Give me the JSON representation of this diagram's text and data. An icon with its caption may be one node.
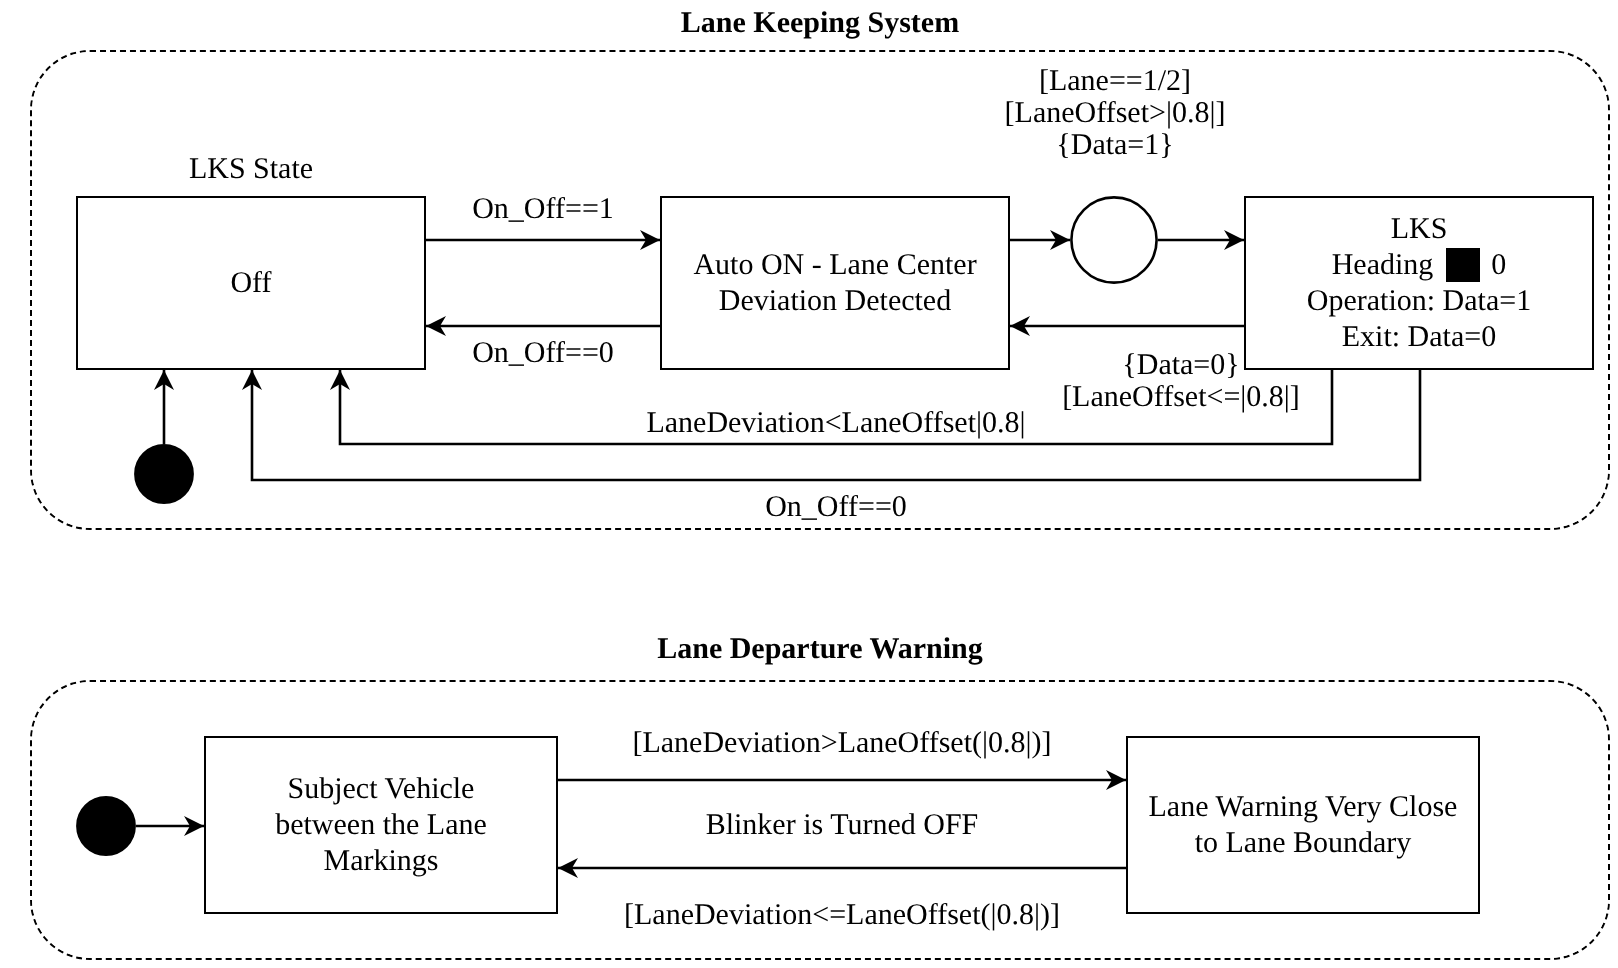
{
  "diagram": {
    "nodes": [
      {
        "text": [
          "Lane Keeping System"
        ]
      },
      {
        "text": [
          "LKS State",
          "Off"
        ],
        "in": 0
      },
      {
        "text": [
          "Auto ON - Lane Center Deviation Detected"
        ],
        "in": 0
      },
      {
        "text": [],
        "shape": "circle",
        "in": 0
      },
      {
        "text": [
          "LKS",
          "Heading",
          "0",
          "Operation: Data=1",
          "Exit: Data=0"
        ],
        "in": 0
      },
      {
        "text": [],
        "shape": "circle",
        "in": 0
      },
      {
        "text": [
          "Lane Departure Warning"
        ]
      },
      {
        "text": [],
        "shape": "circle",
        "in": 6
      },
      {
        "text": [
          "Subject Vehicle between the Lane Markings"
        ],
        "in": 6
      },
      {
        "text": [
          "Lane Warning Very Close to Lane Boundary"
        ],
        "in": 6
      }
    ],
    "edges": [
      {
        "from": 1,
        "to": 2,
        "arrow": "to",
        "label": "On_Off==1"
      },
      {
        "from": 2,
        "to": 1,
        "arrow": "to",
        "label": "On_Off==0"
      },
      {
        "from": 2,
        "to": 3,
        "arrow": "to"
      },
      {
        "from": 3,
        "to": 4,
        "arrow": "to",
        "label": "[Lane==1/2] [LaneOffset>|0.8|] {Data=1}"
      },
      {
        "from": 4,
        "to": 2,
        "arrow": "to",
        "label": "{Data=0} [LaneOffset<=|0.8|]"
      },
      {
        "from": 4,
        "to": 1,
        "arrow": "to",
        "label": "LaneDeviation<LaneOffset|0.8|"
      },
      {
        "from": 4,
        "to": 1,
        "arrow": "to",
        "label": "On_Off==0"
      },
      {
        "from": 5,
        "to": 1,
        "arrow": "to"
      },
      {
        "from": 7,
        "to": 8,
        "arrow": "to"
      },
      {
        "from": 8,
        "to": 9,
        "arrow": "to",
        "label": "[LaneDeviation>LaneOffset(|0.8|)]"
      },
      {
        "from": 9,
        "to": 8,
        "arrow": "to",
        "label": "[LaneDeviation<=LaneOffset(|0.8|)]"
      }
    ],
    "labels": [
      "Blinker is Turned OFF"
    ]
  }
}
